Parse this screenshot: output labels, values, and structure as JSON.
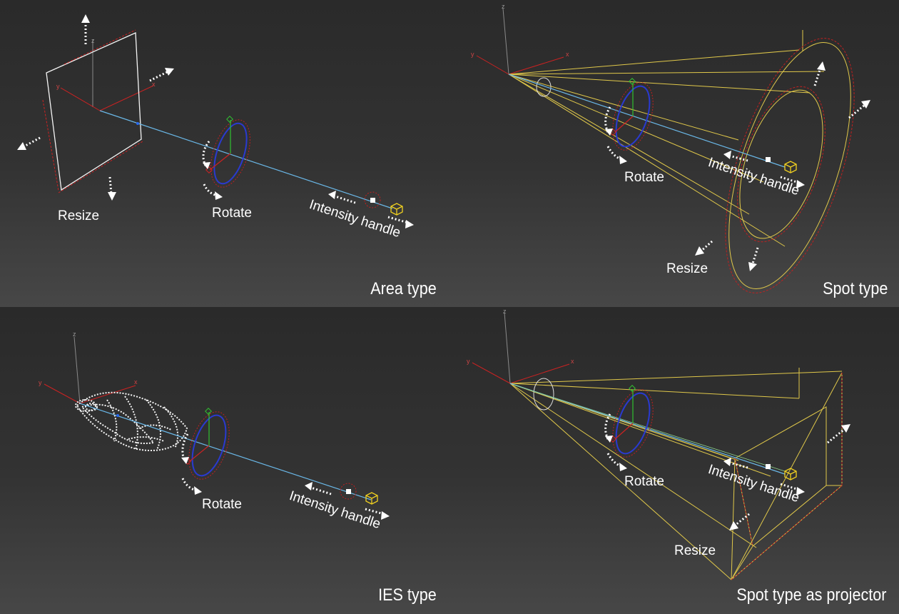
{
  "panels": {
    "area": {
      "title": "Area type",
      "resize": "Resize",
      "rotate": "Rotate",
      "intensity": "Intensity handle"
    },
    "spot": {
      "title": "Spot type",
      "resize": "Resize",
      "rotate": "Rotate",
      "intensity": "Intensity handle"
    },
    "ies": {
      "title": "IES type",
      "rotate": "Rotate",
      "intensity": "Intensity handle"
    },
    "projector": {
      "title": "Spot type as projector",
      "resize": "Resize",
      "rotate": "Rotate",
      "intensity": "Intensity handle"
    }
  },
  "axes": {
    "x": "x",
    "y": "y",
    "z": "z"
  },
  "colors": {
    "background": "#2e2e2e",
    "light_line": "#6ab8e8",
    "cone": "#e0c84a",
    "ring": "#2a3ad0",
    "dashed_ring": "#c02020",
    "axis_up": "#30c030",
    "handle_cube": "#f0d020",
    "wire": "#f5f5f5"
  },
  "icons": [
    "arrow-icon",
    "handle-cube-icon",
    "rotate-ring-icon"
  ]
}
